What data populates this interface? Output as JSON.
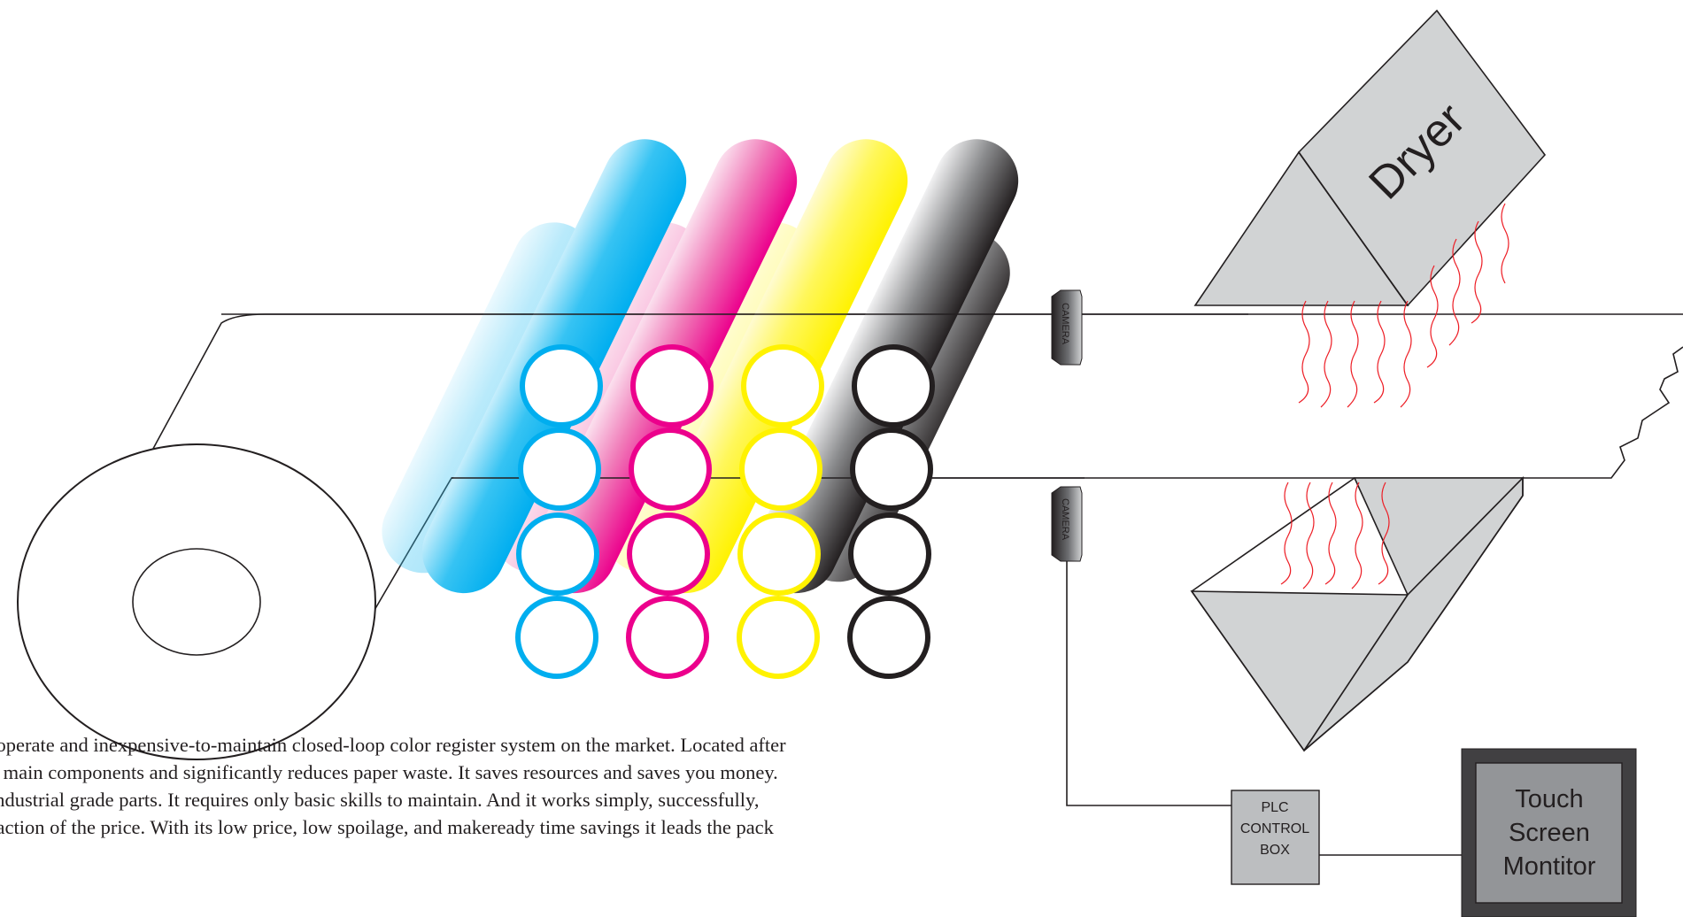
{
  "dryer": {
    "label": "Dryer"
  },
  "cameras": {
    "top_label": "CAMERA",
    "bottom_label": "CAMERA"
  },
  "plc": {
    "line1": "PLC",
    "line2": "CONTROL",
    "line3": "BOX"
  },
  "monitor": {
    "line1": "Touch",
    "line2": "Screen",
    "line3": "Montitor"
  },
  "cylinder_colors": {
    "cyan": "#00aeef",
    "magenta": "#ec008c",
    "yellow": "#fff200",
    "black": "#231f20"
  },
  "accent_colors": {
    "heat": "#ed1c24",
    "dryer_fill": "#d1d3d4",
    "plc_fill": "#bcbec0",
    "monitor_frame": "#414042",
    "monitor_screen": "#939598"
  },
  "description": {
    "lines": [
      "-operate and inexpensive-to-maintain closed-loop color register system on the market. Located after",
      "e main components and significantly reduces paper waste. It saves resources and saves you money.",
      "industrial grade parts. It requires only basic skills to maintain. And it works simply, successfully,",
      "raction of the price. With its low price, low spoilage, and makeready time savings it leads the pack"
    ]
  }
}
